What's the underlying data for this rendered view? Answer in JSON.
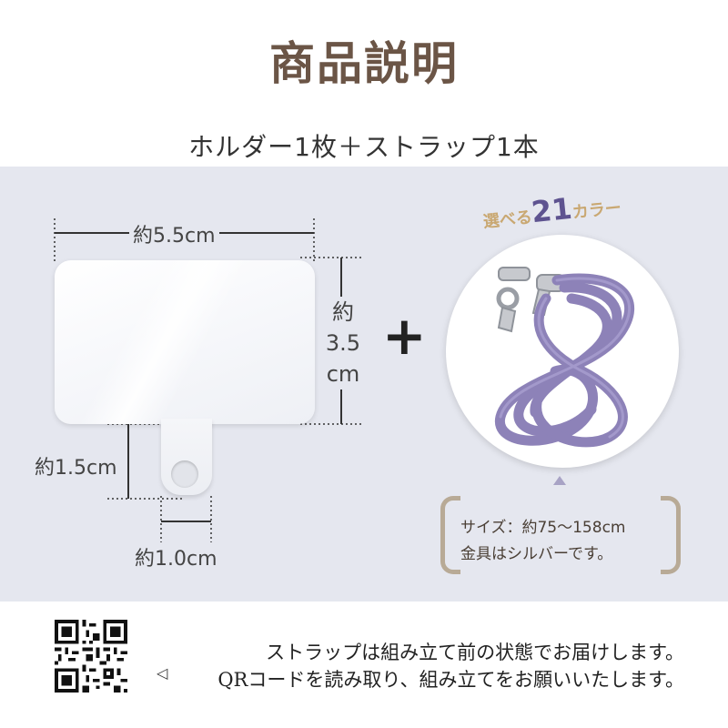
{
  "header": {
    "title": "商品説明",
    "subtitle": "ホルダー1枚＋ストラップ1本"
  },
  "holder": {
    "width_label": "約5.5cm",
    "height_label_line1": "約",
    "height_label_line2": "3.5",
    "height_label_line3": "cm",
    "tab_length_label": "約1.5cm",
    "tab_width_label": "約1.0cm"
  },
  "plus_sign": "+",
  "strap": {
    "colors_prefix": "選べる",
    "colors_number": "21",
    "colors_suffix": "カラー",
    "size_line": "サイズ：約75〜158cm",
    "metal_line": "金具はシルバーです。"
  },
  "footer": {
    "back_glyph": "◁",
    "note_line1": "ストラップは組み立て前の状態でお届けします。",
    "note_line2": "QRコードを読み取り、組み立てをお願いいたします。"
  },
  "colors": {
    "title": "#6b5546",
    "panel_bg": "#e5e7ef",
    "strap_purple": "#8d82b8",
    "accent_gold": "#c9a872",
    "accent_number": "#5e5390",
    "bracket": "#b8aa96"
  },
  "icons": {
    "qr": "qr-code-icon",
    "back": "back-triangle-icon",
    "pointer": "pointer-triangle-icon"
  }
}
